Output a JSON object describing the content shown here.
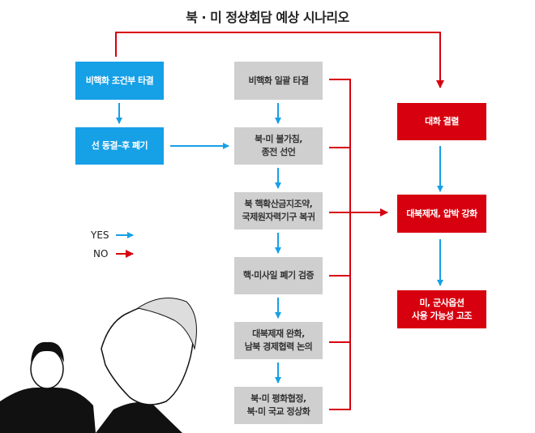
{
  "title": "북 · 미 정상회담 예상 시나리오",
  "left_path": [
    "비핵화 조건부 타결",
    "선 동결–후 폐기"
  ],
  "main_path": [
    "비핵화 일괄 타결",
    "북·미 불가침,\n종전 선언",
    "북 핵확산금지조약,\n국제원자력기구 복귀",
    "핵·미사일 폐기 검증",
    "대북제재 완화,\n남북 경제협력 논의",
    "북·미 평화협정,\n북·미 국교 정상화"
  ],
  "fail_path": [
    "대화 결렬",
    "대북제재, 압박 강화",
    "미, 군사옵션\n사용 가능성 고조"
  ],
  "legend": {
    "yes": "YES",
    "no": "NO"
  },
  "colors": {
    "yes": "#16a0e6",
    "no": "#d7000f",
    "neutral": "#cfcfcf"
  }
}
